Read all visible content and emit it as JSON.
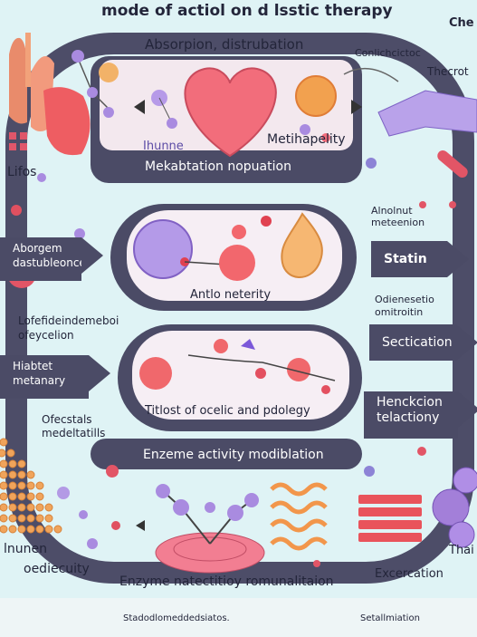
{
  "title": "mode of actiol on d lsstic therapy",
  "corner_label": "Che",
  "top": {
    "heading": "Absorpion, distrubation",
    "heart_label": "Metihapelity",
    "small_label": "Ihunne",
    "bottom_label": "Mekabtation nopuation",
    "right_label_1": "Conlichcictoc",
    "right_label_2": "Thecrot"
  },
  "left": {
    "lifos": "Lifos",
    "arrow_1": "Aborgem dastubleonce",
    "label_1": "Lofefideindemeboi ofeycelion",
    "arrow_2": "Hiabtet metanary",
    "label_2": "Ofecstals medeltatills"
  },
  "middle": {
    "panel_1_caption": "Antlo neterity",
    "panel_2_caption": "Titlost of ocelic and pdolegy",
    "right_heading_1": "Alnolnut meteenion",
    "right_arrow_1": "Statin",
    "right_heading_2": "Odienesetio omitroitin",
    "right_arrow_2": "Sectication",
    "right_arrow_3": "Henckcion telactiony"
  },
  "bottom": {
    "heading": "Enzeme activity modiblation",
    "left_label_1": "lnunen",
    "left_label_2": "oediecuity",
    "center_label": "Enzyme natectitioy romunalitaion",
    "right_label_1": "Thai",
    "right_label_2": "Excercation",
    "footer_left": "Stadodlomeddedsiatos.",
    "footer_right": "Setallmiation"
  }
}
